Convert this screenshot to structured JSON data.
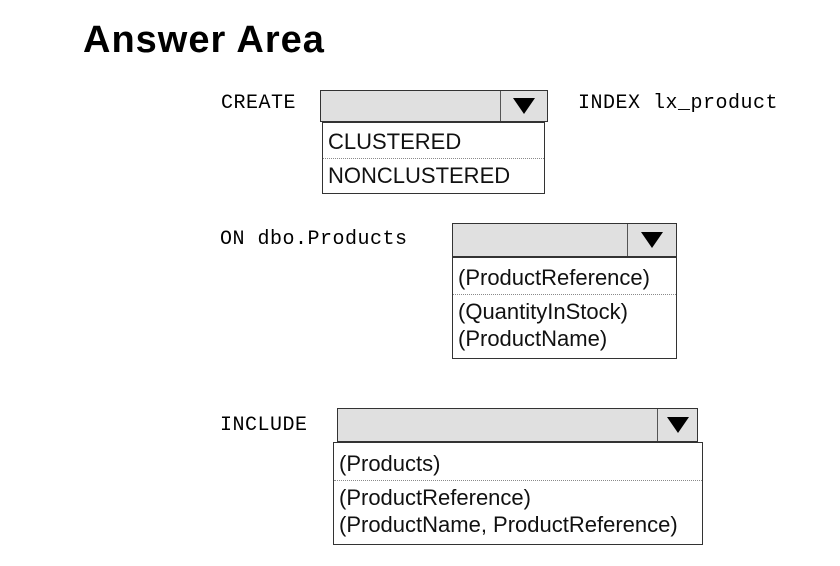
{
  "title": "Answer Area",
  "rows": [
    {
      "prefix": "CREATE",
      "suffix": "INDEX lx_product",
      "dropdown_value": "",
      "options": [
        "CLUSTERED",
        "NONCLUSTERED"
      ]
    },
    {
      "prefix": "ON dbo.Products",
      "dropdown_value": "",
      "options": [
        "(ProductReference)",
        "(QuantityInStock)",
        "(ProductName)"
      ]
    },
    {
      "prefix": "INCLUDE",
      "dropdown_value": "",
      "options": [
        "(Products)",
        "(ProductReference)",
        "(ProductName, ProductReference)"
      ]
    }
  ],
  "icons": {
    "dropdown_arrow": "triangle-down"
  },
  "colors": {
    "background": "#ffffff",
    "dropdown_fill": "#e0e0e0",
    "border": "#333333",
    "dotted_divider": "#8a8a8a",
    "text": "#000000"
  }
}
